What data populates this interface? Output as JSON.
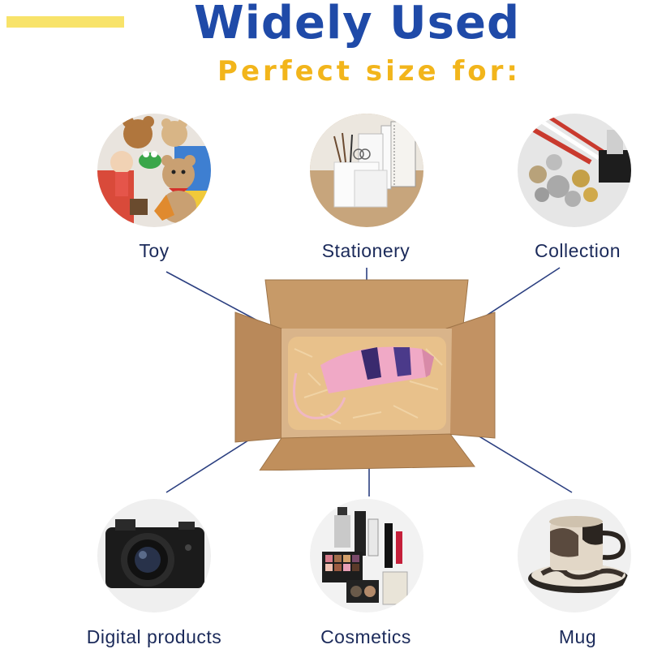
{
  "header": {
    "title": "Widely  Used",
    "subtitle": "Perfect size for:"
  },
  "colors": {
    "title": "#1f4aa8",
    "subtitle": "#f2b51b",
    "accent_bar": "#f8e36a",
    "label": "#1b2a5a",
    "connector": "#2b3f80",
    "cardboard": "#c79a68"
  },
  "items": [
    {
      "label": "Toy",
      "icon": "teddy-bear-toys-icon"
    },
    {
      "label": "Stationery",
      "icon": "desk-organizer-icon"
    },
    {
      "label": "Collection",
      "icon": "medals-coins-icon"
    },
    {
      "label": "Digital products",
      "icon": "camera-icon"
    },
    {
      "label": "Cosmetics",
      "icon": "makeup-icon"
    },
    {
      "label": "Mug",
      "icon": "mug-icon"
    }
  ],
  "center_image": "open-cardboard-box-with-umbrella"
}
